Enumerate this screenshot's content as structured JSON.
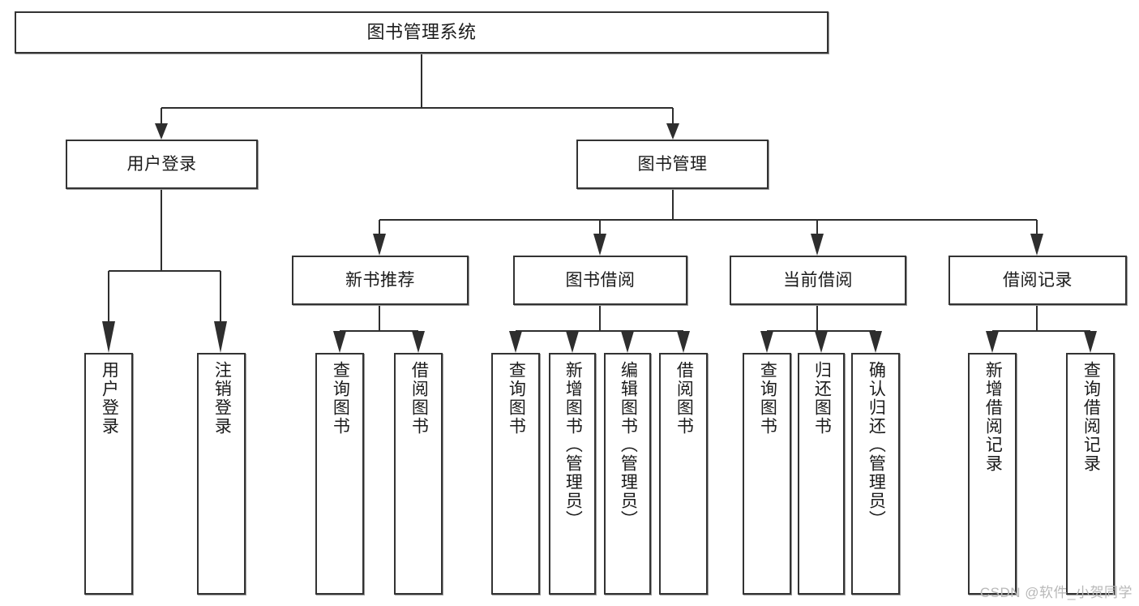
{
  "diagram": {
    "title": "图书管理系统",
    "type": "tree-hierarchy",
    "watermark": "CSDN @软件_小贺同学",
    "colors": {
      "background": "#ffffff",
      "border": "#333333",
      "connector": "#2e2e2e",
      "text": "#1b1b1b",
      "watermark": "#b8b8b8"
    }
  },
  "nodes": {
    "root": {
      "label": "图书管理系统"
    },
    "level1": [
      {
        "label": "用户登录"
      },
      {
        "label": "图书管理"
      }
    ],
    "level2": [
      {
        "label": "新书推荐"
      },
      {
        "label": "图书借阅"
      },
      {
        "label": "当前借阅"
      },
      {
        "label": "借阅记录"
      }
    ],
    "leaves": {
      "user_login": [
        {
          "label": "用户登录"
        },
        {
          "label": "注销登录"
        }
      ],
      "new_book": [
        {
          "label": "查询图书"
        },
        {
          "label": "借阅图书"
        }
      ],
      "book_borrow": [
        {
          "label": "查询图书"
        },
        {
          "label": "新增图书（管理员）"
        },
        {
          "label": "编辑图书（管理员）"
        },
        {
          "label": "借阅图书"
        }
      ],
      "current_borrow": [
        {
          "label": "查询图书"
        },
        {
          "label": "归还图书"
        },
        {
          "label": "确认归还（管理员）"
        }
      ],
      "borrow_record": [
        {
          "label": "新增借阅记录"
        },
        {
          "label": "查询借阅记录"
        }
      ]
    }
  }
}
